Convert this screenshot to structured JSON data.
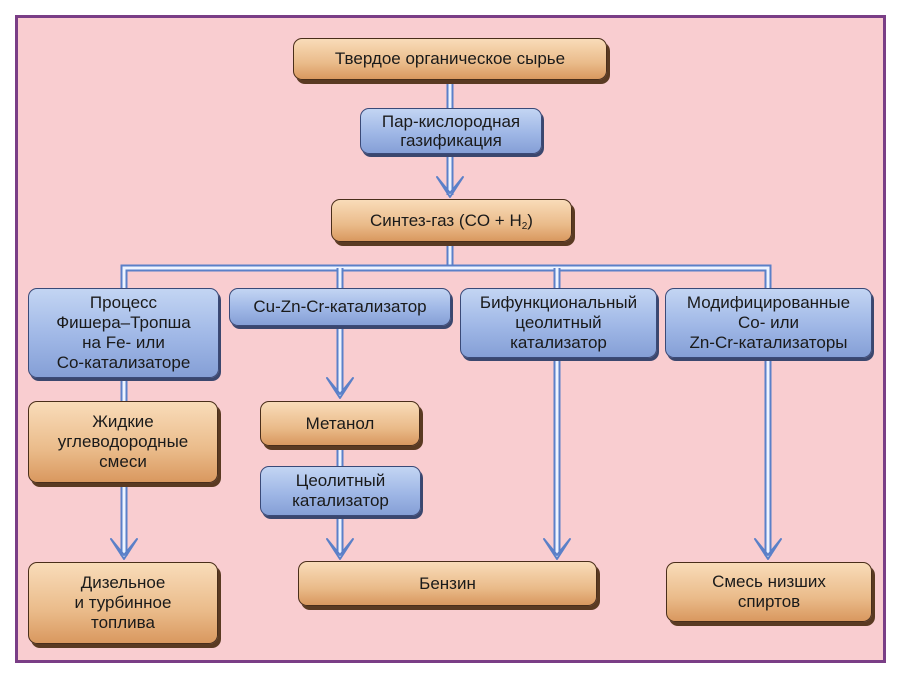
{
  "nodes": {
    "raw_material": "Твердое органическое сырье",
    "gasification": "Пар-кислородная\nгазификация",
    "syngas_prefix": "Синтез-газ (CO + H",
    "syngas_sub": "2",
    "syngas_suffix": ")",
    "fischer_tropsch": "Процесс\nФишера–Тропша\nна Fe- или\nCo-катализаторе",
    "cu_zn_cr": "Cu-Zn-Cr-катализатор",
    "bifunctional": "Бифункциональный\nцеолитный\nкатализатор",
    "modified": "Модифицированные\nCo- или\nZn-Cr-катализаторы",
    "liquid_mix": "Жидкие\nуглеводородные\nсмеси",
    "methanol": "Метанол",
    "zeolite": "Цеолитный\nкатализатор",
    "diesel": "Дизельное\nи турбинное\nтоплива",
    "gasoline": "Бензин",
    "alcohols": "Смесь низших\nспиртов"
  },
  "colors": {
    "frame_border": "#7a3e86",
    "background": "#f9cdd0",
    "process_box": "#eabb8a",
    "method_box": "#9fb7e6",
    "arrow": "#5b80c8"
  }
}
